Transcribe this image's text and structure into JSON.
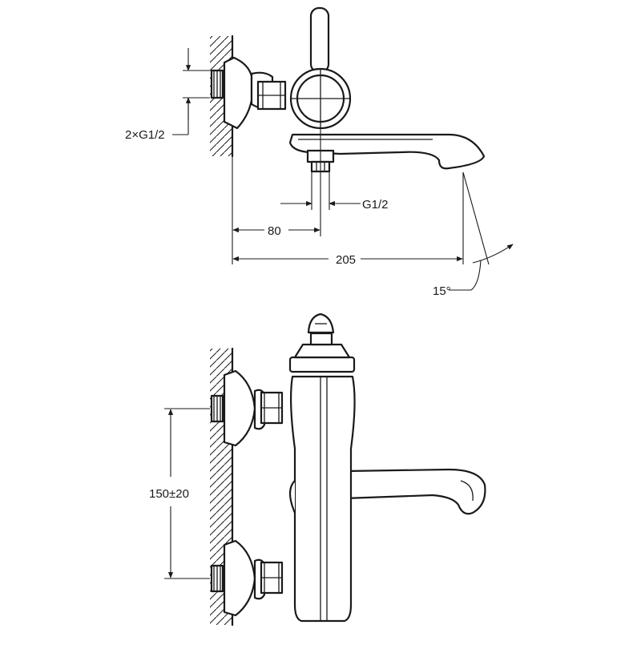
{
  "colors": {
    "line": "#1a1a1a",
    "background": "#ffffff"
  },
  "top_view": {
    "dim_inlet": "2×G1/2",
    "dim_outlet": "G1/2",
    "dim_projection_body": "80",
    "dim_projection_total": "205",
    "dim_spout_angle": "15°"
  },
  "front_view": {
    "dim_centers": "150±20"
  }
}
